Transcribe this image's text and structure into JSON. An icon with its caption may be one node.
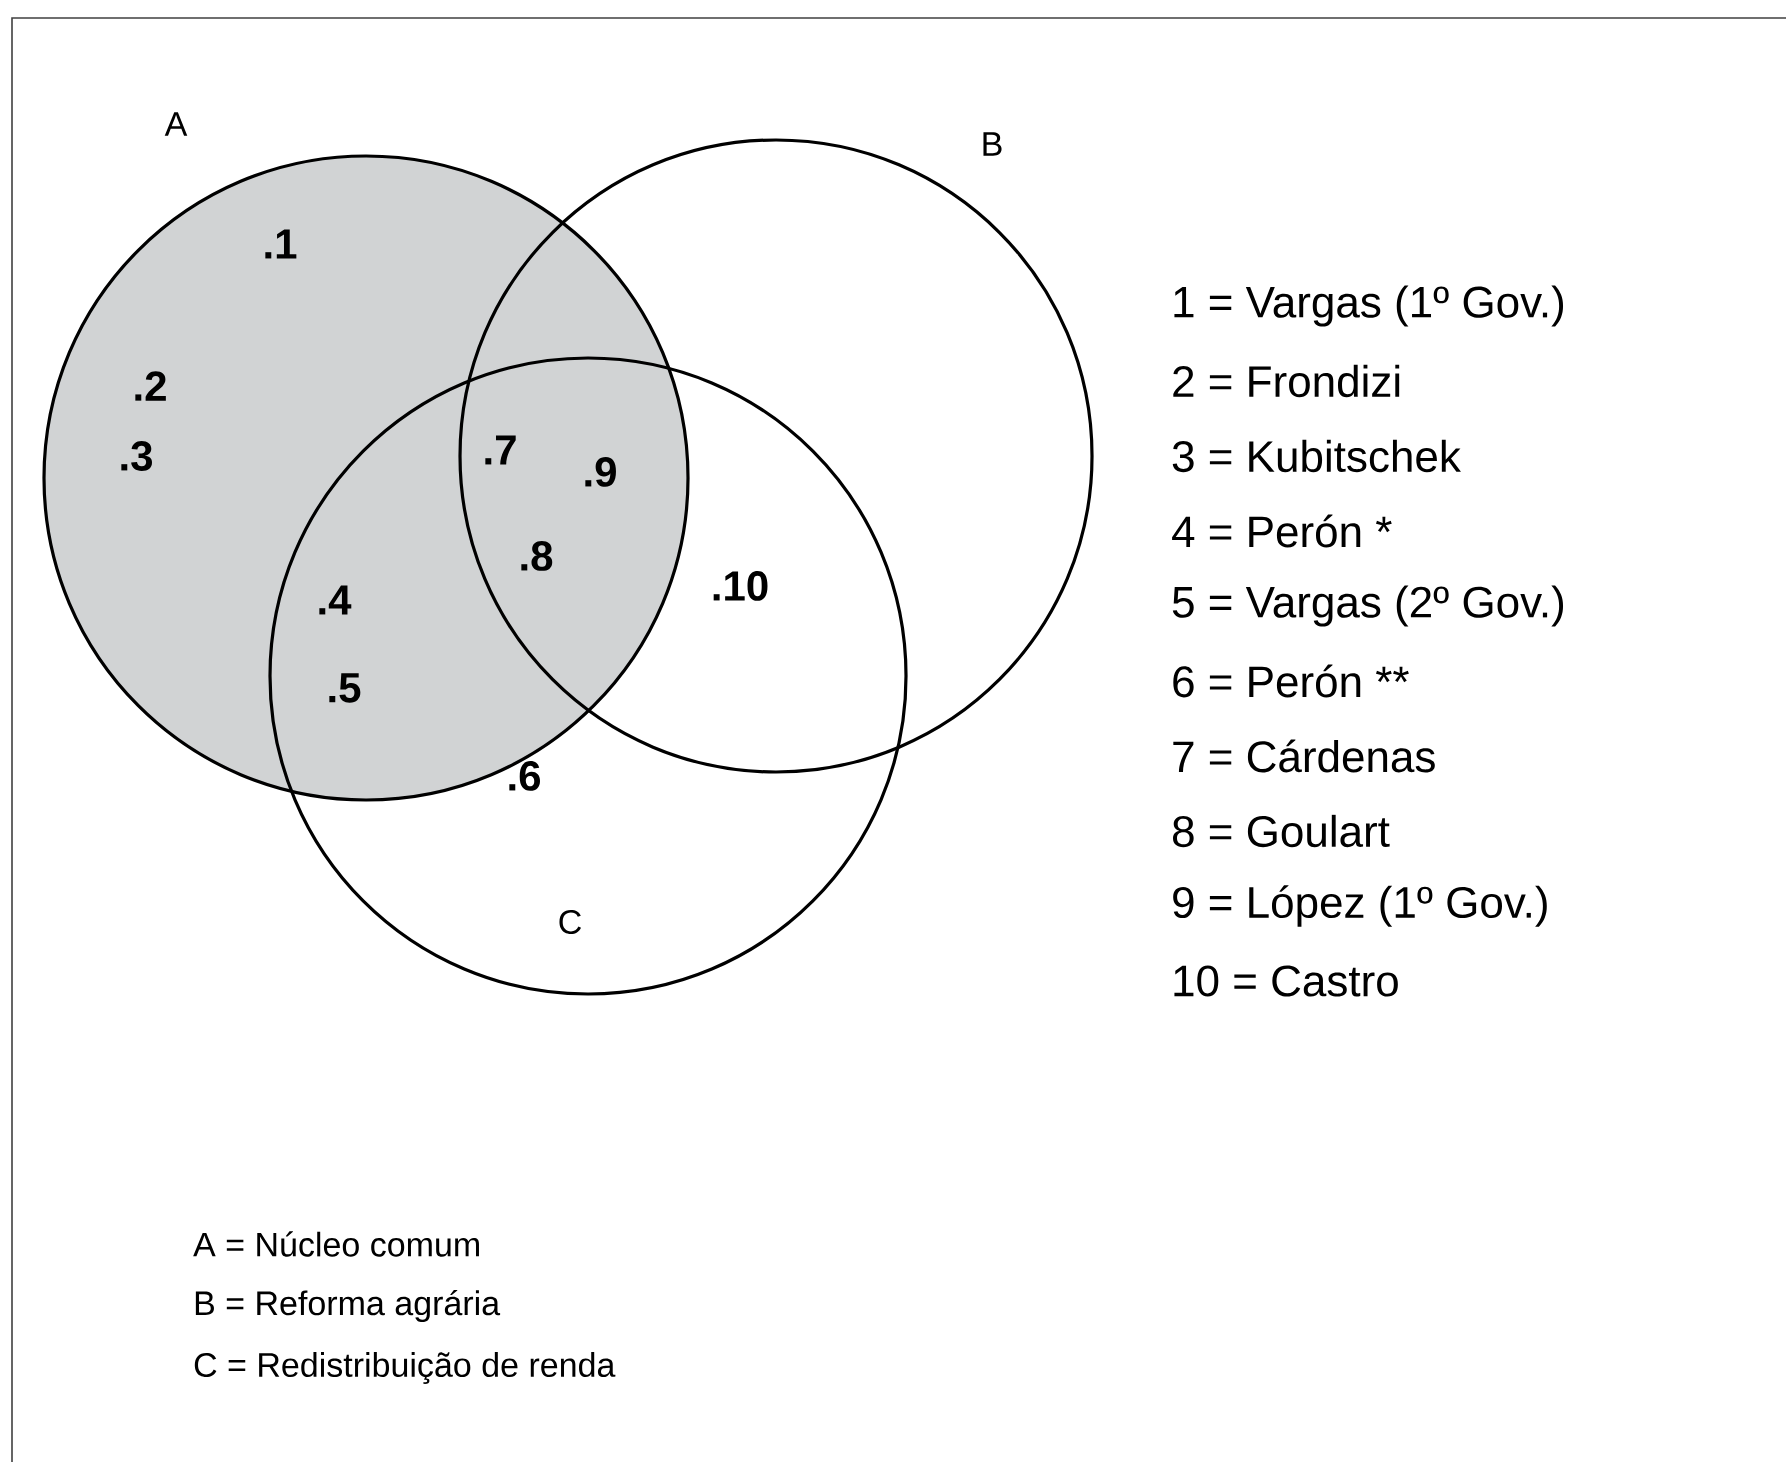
{
  "diagram": {
    "nodes": [
      {
        "text": [
          "A"
        ]
      },
      {
        "text": [
          "B"
        ]
      },
      {
        "text": [
          "C"
        ]
      }
    ],
    "edges": [],
    "labels": [
      ".1",
      ".2",
      ".3",
      ".7",
      ".9",
      ".4",
      ".8",
      ".10",
      ".5",
      ".6",
      "1 = Vargas (1º Gov.)",
      "2 = Frondizi",
      "3 = Kubitschek",
      "4 = Perón *",
      "5 = Vargas (2º Gov.)",
      "6 = Perón **",
      "7 = Cárdenas",
      "8 = Goulart",
      "9 = López (1º Gov.)",
      "10 = Castro",
      "A = Núcleo comum",
      "B = Reforma agrária",
      "C = Redistribuição de renda"
    ]
  }
}
